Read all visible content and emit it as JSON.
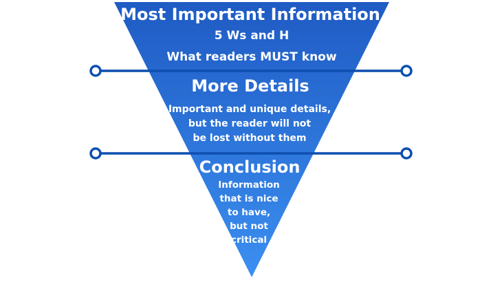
{
  "colors": {
    "triangle_top": "#1f5bc4",
    "triangle_bottom": "#3b8ff0",
    "connector_line": "#0d4fb0",
    "text": "#ffffff",
    "background": "#ffffff"
  },
  "sections": [
    {
      "title": "Most Important Information",
      "lines": [
        "5 Ws and H",
        "What readers MUST know"
      ]
    },
    {
      "title": "More Details",
      "lines": [
        "Important and unique details,",
        "but the reader will not",
        "be lost without them"
      ]
    },
    {
      "title": "Conclusion",
      "lines": [
        "Information",
        "that is nice",
        "to have,",
        "but not",
        "critical"
      ]
    }
  ]
}
